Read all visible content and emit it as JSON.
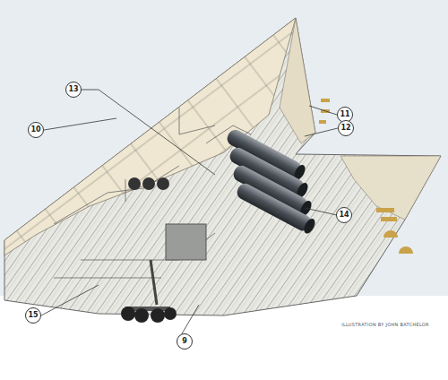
{
  "diagram": {
    "labels": [
      "13",
      "10",
      "11",
      "12",
      "14",
      "15",
      "9",
      "ILLUSTRATION BY JOHN BATCHELOR"
    ]
  }
}
